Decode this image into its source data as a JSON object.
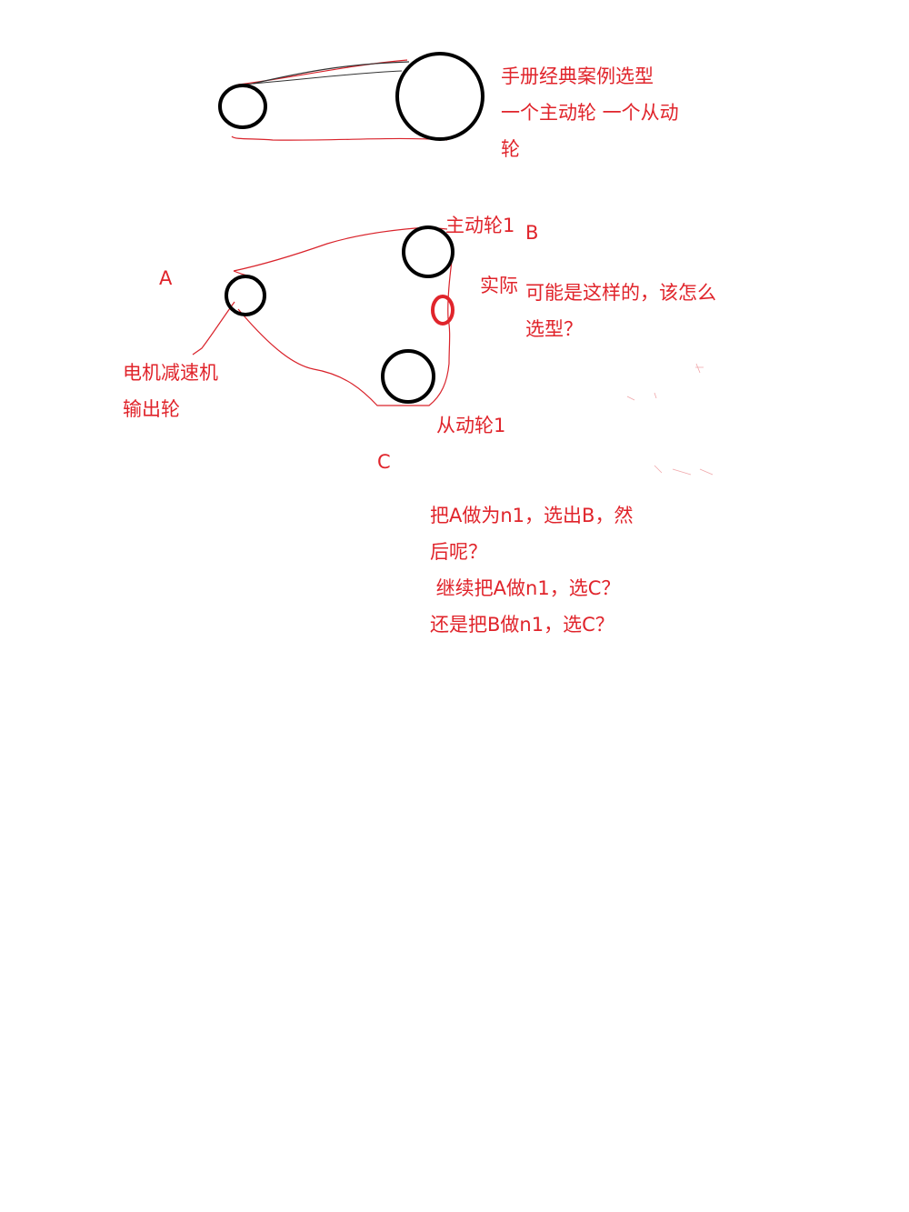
{
  "colors": {
    "ink": "#e0242b",
    "pulley": "#000000",
    "belt": "#d9232b"
  },
  "case": {
    "lines": [
      "手册经典案例选型",
      "一个主动轮 一个从动",
      "轮"
    ]
  },
  "actual": {
    "driver": "主动轮1",
    "label_b": "B",
    "label_a": "A",
    "motor_lines": [
      "电机减速机",
      "输出轮"
    ],
    "follower": "从动轮1",
    "label_c": "C",
    "actual_word": "实际",
    "question_lines": [
      "可能是这样的，该怎么",
      "选型？"
    ]
  },
  "followup": {
    "lines": [
      "把A做为n1，选出B，然",
      "后呢？",
      " 继续把A做n1，选C？",
      "还是把B做n1，选C？"
    ]
  }
}
